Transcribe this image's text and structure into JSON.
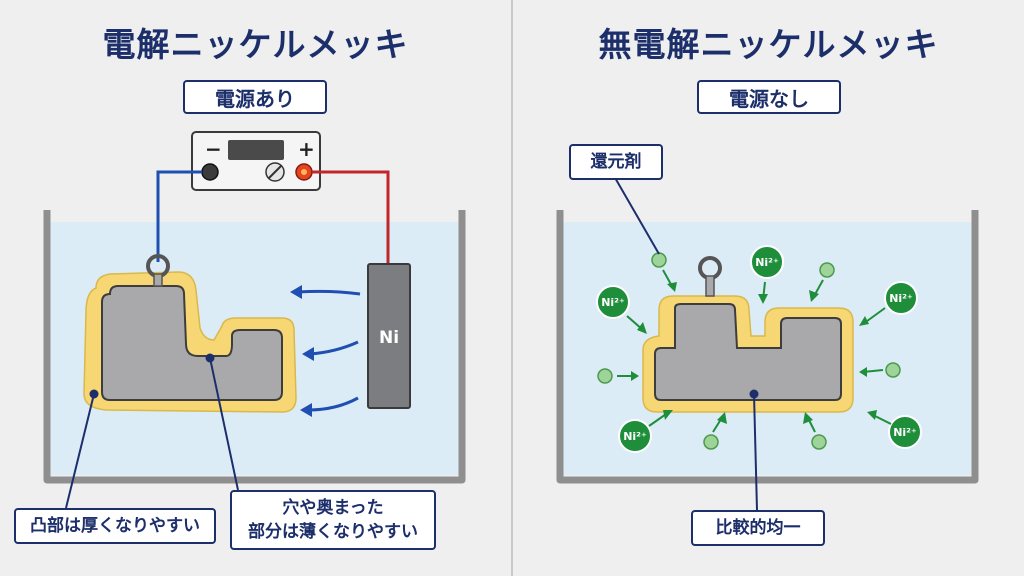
{
  "left": {
    "title": "電解ニッケルメッキ",
    "badge": "電源あり",
    "power_supply": {
      "minus": "−",
      "plus": "+"
    },
    "anode_label": "Ni",
    "callout_convex": "凸部は厚くなりやすい",
    "callout_recess_line1": "穴や奥まった",
    "callout_recess_line2": "部分は薄くなりやすい"
  },
  "right": {
    "title": "無電解ニッケルメッキ",
    "badge": "電源なし",
    "reducer_label": "還元剤",
    "ion_label": "Ni²⁺",
    "callout_uniform": "比較的均一"
  },
  "colors": {
    "navy": "#1d2f6b",
    "water": "#dcecf7",
    "plating": "#f7d774",
    "part": "#a9a9ab",
    "ion_green": "#1f8e3b",
    "reducer_green": "#9ed39a",
    "wire_blue": "#1f4fb0",
    "wire_red": "#c0262a"
  }
}
